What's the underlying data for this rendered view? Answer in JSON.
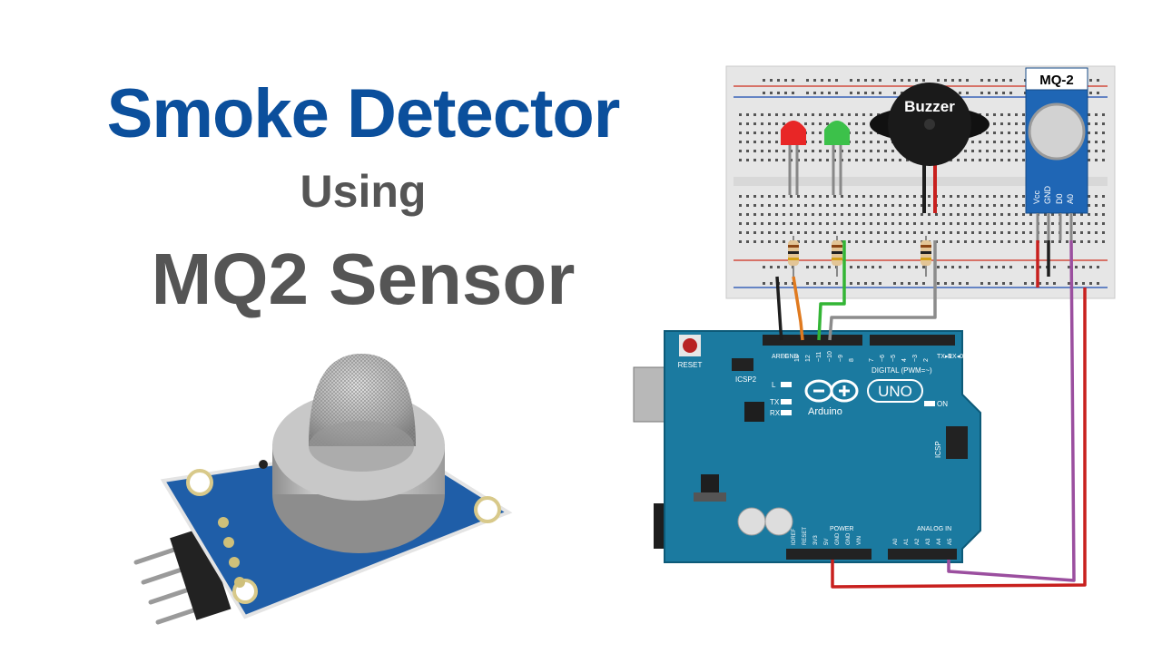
{
  "title": {
    "line1": "Smoke Detector",
    "line2": "Using",
    "line3": "MQ2 Sensor"
  },
  "labels": {
    "buzzer": "Buzzer",
    "mq2": "MQ-2",
    "vcc": "Vcc",
    "gnd": "GND",
    "d0": "D0",
    "a0": "A0",
    "reset": "RESET",
    "icsp2": "ICSP2",
    "icsp": "ICSP",
    "led_l": "L",
    "tx": "TX",
    "rx": "RX",
    "on": "ON",
    "uno": "UNO",
    "arduino": "Arduino",
    "digital": "DIGITAL (PWM=~)",
    "power": "POWER",
    "analog_in": "ANALOG IN",
    "aref": "AREF",
    "gnd_pin": "GND",
    "tx_pin": "TX▸1",
    "rx_pin": "RX◂0",
    "power_pins": [
      "IOREF",
      "RESET",
      "3V3",
      "5V",
      "GND",
      "GND",
      "VIN"
    ],
    "analog_pins": [
      "A0",
      "A1",
      "A2",
      "A3",
      "A4",
      "A5"
    ],
    "digital_high": [
      "13",
      "12",
      "~11",
      "~10",
      "~9",
      "8"
    ],
    "digital_low": [
      "7",
      "~6",
      "~5",
      "4",
      "~3",
      "2"
    ]
  },
  "colors": {
    "title_blue": "#0b4f9c",
    "title_gray": "#555555",
    "arduino_board": "#1b7aa0",
    "breadboard": "#e6e6e6",
    "mq2_board": "#1f66b5",
    "wire_red": "#c8201e",
    "wire_purple": "#9b4f9f",
    "wire_orange": "#e07a1f",
    "wire_green": "#33b535",
    "wire_gray": "#8c8c8c",
    "wire_black": "#1e1e1e"
  }
}
